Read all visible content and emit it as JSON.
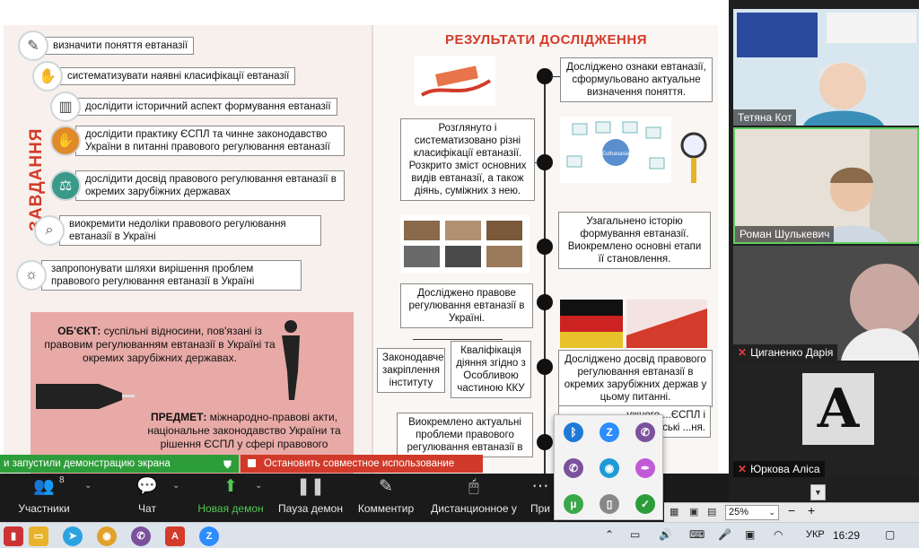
{
  "slide": {
    "tasks_heading": "ЗАВДАННЯ",
    "tasks": [
      {
        "text": "визначити поняття евтаназії",
        "icon": "syringe-icon"
      },
      {
        "text": "систематизувати наявні класифікації евтаназії",
        "icon": "hands-icon"
      },
      {
        "text": "дослідити історичний аспект формування евтаназії",
        "icon": "column-icon"
      },
      {
        "text": "дослідити практику ЄСПЛ та чинне законодавство України в питанні правового регулювання евтаназії",
        "icon": "hand-icon"
      },
      {
        "text": "дослідити досвід правового регулювання евтаназії в окремих зарубіжних державах",
        "icon": "scales-icon"
      },
      {
        "text": "виокремити недоліки правового регулювання евтаназії в Україні",
        "icon": "magnifier-icon"
      },
      {
        "text": "запропонувати шляхи вирішення проблем правового регулювання евтаназії в Україні",
        "icon": "lightbulb-icon"
      }
    ],
    "object_label": "ОБ'ЄКТ:",
    "object_text": "суспільні відносини, пов'язані із правовим регулюванням евтаназії в Україні та окремих зарубіжних державах.",
    "subject_label": "ПРЕДМЕТ:",
    "subject_text": "міжнародно-правові акти, національне законодавство України та рішення ЄСПЛ у сфері правового",
    "results_title": "РЕЗУЛЬТАТИ ДОСЛІДЖЕННЯ",
    "results": [
      "Досліджено ознаки евтаназії, сформульовано актуальне визначення поняття.",
      "Розглянуто і систематизовано різні класифікації евтаназії. Розкрито зміст основних видів евтаназії, а також діянь, суміжних з нею.",
      "Узагальнено історію формування евтаназії. Виокремлено основні етапи її становлення.",
      "Досліджено правове регулювання евтаназії в Україні.",
      "Досліджено досвід правового регулювання евтаназії в окремих зарубіжних держав у цьому питанні.",
      "Виокремлено актуальні проблеми правового регулювання евтаназії в",
      "...ужного ...ЄСПЛ і ...одавства ...ерські ...ня."
    ],
    "sub_results": [
      "Законодавче закріплення інституту",
      "Кваліфікація діяння згідно з Особливою частиною ККУ"
    ],
    "diagram_center": "Euthanasia"
  },
  "participants": [
    {
      "name": "Тетяна Кот",
      "muted": false
    },
    {
      "name": "Роман Шулькевич",
      "muted": false
    },
    {
      "name": "Циганенко Дарія",
      "muted": true
    },
    {
      "name": "Юркова Аліса",
      "muted": true,
      "avatar_letter": "A"
    }
  ],
  "banners": {
    "share": "и запустили демонстрацию экрана",
    "stop": "Остановить совместное использование"
  },
  "toolbar": {
    "participants_label": "Участники",
    "participants_count": "8",
    "chat_label": "Чат",
    "new_demo_label": "Новая демон",
    "pause_label": "Пауза демон",
    "comment_label": "Комментир",
    "remote_label": "Дистанционное у",
    "more_label": "При"
  },
  "zoom": {
    "level": "25%",
    "minus": "−",
    "plus": "+"
  },
  "taskbar": {
    "lang": "УКР",
    "time": "16:29"
  },
  "colors": {
    "accent_red": "#d33b2a",
    "share_green": "#2d9d3a",
    "stop_red": "#d13a2a",
    "toolbar_bg": "#1a1a1a"
  }
}
